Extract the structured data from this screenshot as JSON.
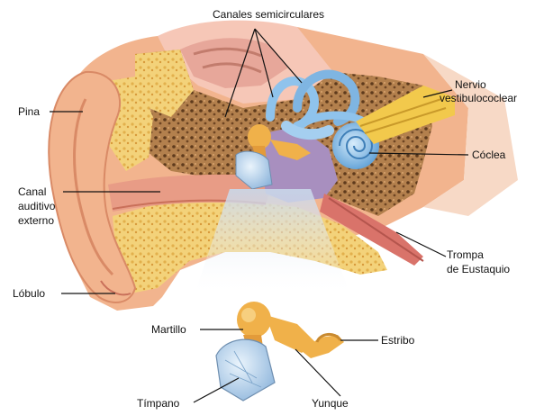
{
  "labels": {
    "canales_semicirculares": "Canales semicirculares",
    "nervio_line1": "Nervio",
    "nervio_line2": "vestibulococlear",
    "pina": "Pina",
    "coclea": "Cóclea",
    "canal_line1": "Canal",
    "canal_line2": "auditivo",
    "canal_line3": "externo",
    "trompa_line1": "Trompa",
    "trompa_line2": "de Eustaquio",
    "lobulo": "Lóbulo",
    "martillo": "Martillo",
    "estribo": "Estribo",
    "timpano": "Tímpano",
    "yunque": "Yunque"
  },
  "colors": {
    "skin": "#f2b48e",
    "skin_dark": "#d98a66",
    "bone_yellow": "#f3d27a",
    "bone_spongy": "#9a6b3e",
    "bone_dark": "#5e3a1c",
    "membrane_pink": "#f6c7b7",
    "cochlea_blue": "#8fc3ec",
    "nerve_yellow": "#f2c94c",
    "ossicle_gold": "#f0b14a",
    "eardrum_blue": "#bcd8f0",
    "tube_purple": "#a88fbf",
    "leader_line": "#111111"
  }
}
